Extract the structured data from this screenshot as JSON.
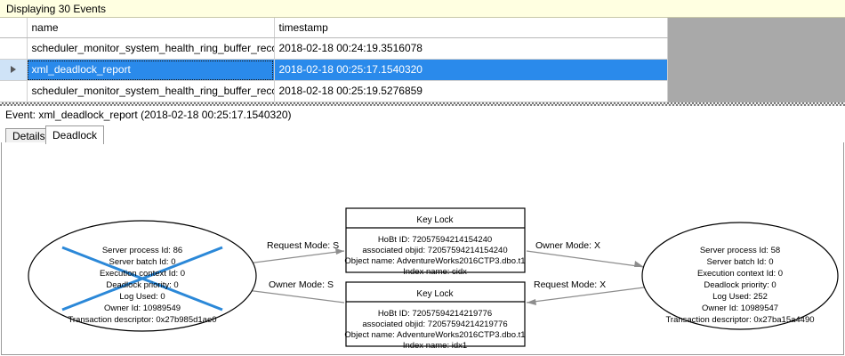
{
  "banner": {
    "text": "Displaying 30 Events"
  },
  "grid": {
    "columns": [
      "",
      "name",
      "timestamp"
    ],
    "rows": [
      {
        "selector": "",
        "name": "scheduler_monitor_system_health_ring_buffer_recorded",
        "timestamp": "2018-02-18 00:24:19.3516078",
        "selected": false
      },
      {
        "selector": "row-arrow",
        "name": "xml_deadlock_report",
        "timestamp": "2018-02-18 00:25:17.1540320",
        "selected": true
      },
      {
        "selector": "",
        "name": "scheduler_monitor_system_health_ring_buffer_recorded",
        "timestamp": "2018-02-18 00:25:19.5276859",
        "selected": false
      }
    ]
  },
  "event_header": {
    "text": "Event: xml_deadlock_report (2018-02-18 00:25:17.1540320)"
  },
  "tabs": [
    {
      "label": "Details",
      "active": false
    },
    {
      "label": "Deadlock",
      "active": true
    }
  ],
  "deadlock_graph": {
    "process_left": {
      "victim": true,
      "lines": [
        "Server process Id: 86",
        "Server batch Id: 0",
        "Execution context Id: 0",
        "Deadlock priority: 0",
        "Log Used: 0",
        "Owner Id: 10989549",
        "Transaction descriptor: 0x27b985d1ae0"
      ]
    },
    "process_right": {
      "victim": false,
      "lines": [
        "Server process Id: 58",
        "Server batch Id: 0",
        "Execution context Id: 0",
        "Deadlock priority: 0",
        "Log Used: 252",
        "Owner Id: 10989547",
        "Transaction descriptor: 0x27ba15a4490"
      ]
    },
    "resource_top": {
      "title": "Key Lock",
      "lines": [
        "HoBt ID: 72057594214154240",
        "associated objid: 72057594214154240",
        "Object name: AdventureWorks2016CTP3.dbo.t1",
        "Index name: cidx"
      ]
    },
    "resource_bottom": {
      "title": "Key Lock",
      "lines": [
        "HoBt ID: 72057594214219776",
        "associated objid: 72057594214219776",
        "Object name: AdventureWorks2016CTP3.dbo.t1",
        "Index name: idx1"
      ]
    },
    "edges": [
      {
        "label": "Request Mode: S"
      },
      {
        "label": "Owner Mode: X"
      },
      {
        "label": "Owner Mode: S"
      },
      {
        "label": "Request Mode: X"
      }
    ]
  },
  "colors": {
    "banner_bg": "#ffffe1",
    "selection": "#2a8aeb",
    "victim_marker": "#2b88d8",
    "empty_area": "#a9a9a9"
  }
}
